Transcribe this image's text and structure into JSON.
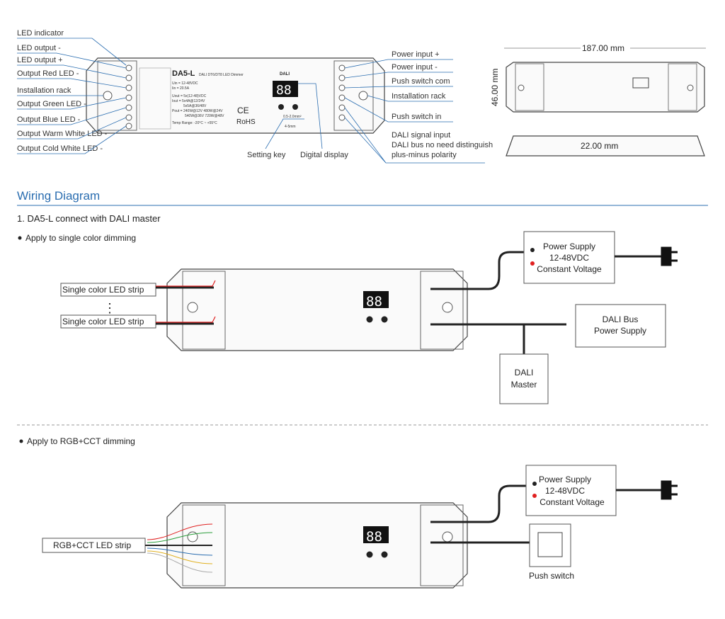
{
  "top": {
    "left_labels": [
      "LED indicator",
      "LED output -",
      "LED output +",
      "Output Red LED -",
      "Installation rack",
      "Output Green LED -",
      "Output Blue LED -",
      "Output Warm White LED -",
      "Output Cold White LED -"
    ],
    "right_labels": [
      "Power input +",
      "Power input -",
      "Push switch com",
      "Installation rack",
      "Push switch in"
    ],
    "dali_note": [
      "DALI signal input",
      "DALI bus no need distinguish",
      "plus-minus polarity"
    ],
    "setting_key": "Setting key",
    "digital_display": "Digital display",
    "device": {
      "model": "DA5-L",
      "subtitle": "DALI DT6/DT8 LED Dimmer",
      "specs": [
        "Uin = 12-48VDC",
        "Iin = 20.5A",
        "Uout = 5x(12-48)VDC",
        "Iout = 5x4A@12/24V",
        "5x5A@36/48V",
        "Pout = 240W@12V  480W@24V",
        "540W@36V  720W@48V",
        "Temp Range: -20°C ~ +55°C"
      ],
      "ce": "CE",
      "rohs": "RoHS",
      "dali_logo": "DALI",
      "wire_size": "0.5-2.0mm²",
      "strip_len": "4-5mm",
      "display": "88"
    },
    "dimensions": {
      "length": "187.00 mm",
      "width": "46.00 mm",
      "height": "22.00 mm"
    }
  },
  "section_title": "Wiring Diagram",
  "subtitle1": "1. DA5-L connect with DALI master",
  "bullet1": "Apply to single color dimming",
  "bullet2": "Apply to RGB+CCT dimming",
  "diagram1": {
    "strip_label": "Single color LED strip",
    "psu": [
      "Power Supply",
      "12-48VDC",
      "Constant Voltage"
    ],
    "dali_bus": [
      "DALI Bus",
      "Power Supply"
    ],
    "dali_master": [
      "DALI",
      "Master"
    ]
  },
  "diagram2": {
    "strip_label": "RGB+CCT LED strip",
    "psu": [
      "Power Supply",
      "12-48VDC",
      "Constant Voltage"
    ],
    "push_switch": "Push switch"
  },
  "colors": {
    "accent": "#2a6db0",
    "red": "#e02020",
    "wire": "#222222"
  }
}
